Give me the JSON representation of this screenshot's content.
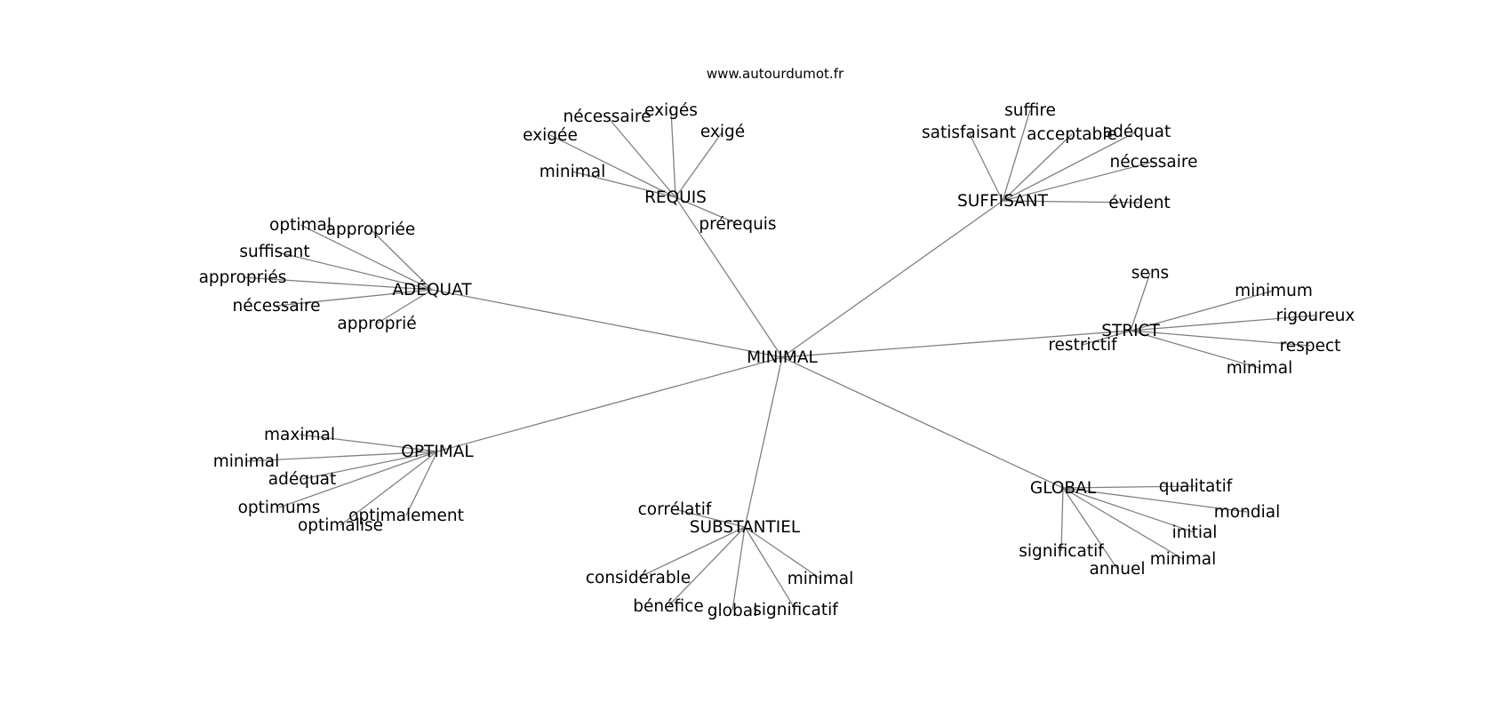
{
  "source": "www.autourdumot.fr",
  "colors": {
    "edge": "#808080",
    "text": "#000000",
    "background": "#ffffff"
  },
  "center": {
    "label": "MINIMAL"
  },
  "hubs": [
    {
      "label": "REQUIS",
      "leaves": [
        "nécessaire",
        "exigés",
        "exigée",
        "exigé",
        "minimal",
        "prérequis"
      ]
    },
    {
      "label": "SUFFISANT",
      "leaves": [
        "suffire",
        "satisfaisant",
        "acceptable",
        "adéquat",
        "nécessaire",
        "évident"
      ]
    },
    {
      "label": "ADÉQUAT",
      "leaves": [
        "optimal",
        "appropriée",
        "suffisant",
        "appropriés",
        "nécessaire",
        "approprié"
      ]
    },
    {
      "label": "STRICT",
      "leaves": [
        "sens",
        "minimum",
        "rigoureux",
        "restrictif",
        "respect",
        "minimal"
      ]
    },
    {
      "label": "OPTIMAL",
      "leaves": [
        "maximal",
        "minimal",
        "adéquat",
        "optimums",
        "optimalement",
        "optimalise"
      ]
    },
    {
      "label": "GLOBAL",
      "leaves": [
        "qualitatif",
        "mondial",
        "initial",
        "significatif",
        "minimal",
        "annuel"
      ]
    },
    {
      "label": "SUBSTANTIEL",
      "leaves": [
        "corrélatif",
        "considérable",
        "minimal",
        "bénéfice",
        "global",
        "significatif"
      ]
    }
  ]
}
